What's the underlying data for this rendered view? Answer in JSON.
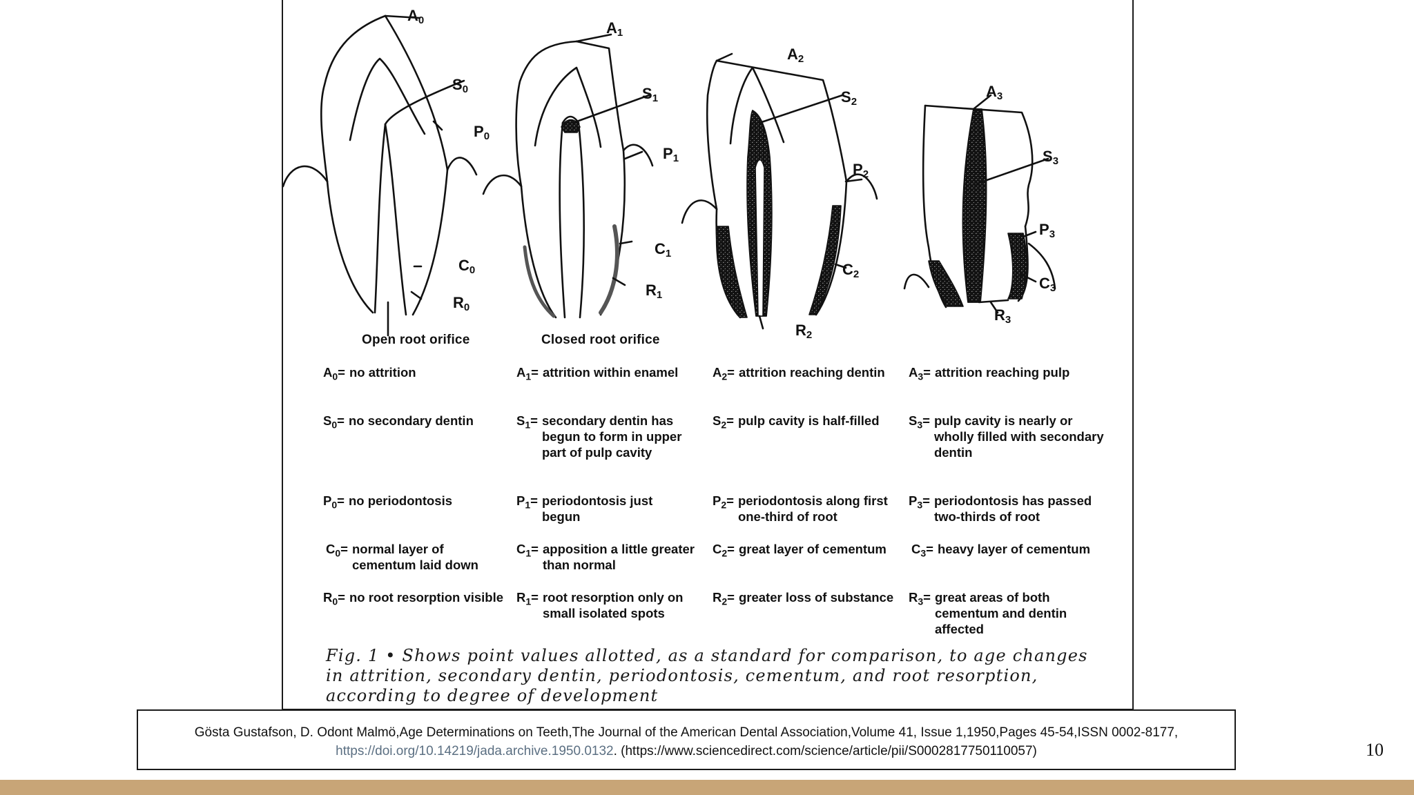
{
  "figure": {
    "tooth_labels": [
      [
        "A",
        "0"
      ],
      [
        "S",
        "0"
      ],
      [
        "P",
        "0"
      ],
      [
        "C",
        "0"
      ],
      [
        "R",
        "0"
      ],
      [
        "A",
        "1"
      ],
      [
        "S",
        "1"
      ],
      [
        "P",
        "1"
      ],
      [
        "C",
        "1"
      ],
      [
        "R",
        "1"
      ],
      [
        "A",
        "2"
      ],
      [
        "S",
        "2"
      ],
      [
        "P",
        "2"
      ],
      [
        "C",
        "2"
      ],
      [
        "R",
        "2"
      ],
      [
        "A",
        "3"
      ],
      [
        "S",
        "3"
      ],
      [
        "P",
        "3"
      ],
      [
        "C",
        "3"
      ],
      [
        "R",
        "3"
      ]
    ],
    "root_captions": [
      "Open root orifice",
      "Closed root orifice"
    ],
    "legend": [
      [
        {
          "sym": "A",
          "sub": "0",
          "text": "no attrition"
        },
        {
          "sym": "A",
          "sub": "1",
          "text": "attrition within enamel"
        },
        {
          "sym": "A",
          "sub": "2",
          "text": "attrition reaching dentin"
        },
        {
          "sym": "A",
          "sub": "3",
          "text": "attrition reaching pulp"
        }
      ],
      [
        {
          "sym": "S",
          "sub": "0",
          "text": "no secondary dentin"
        },
        {
          "sym": "S",
          "sub": "1",
          "text": "secondary dentin has begun to form in upper part of pulp cavity"
        },
        {
          "sym": "S",
          "sub": "2",
          "text": "pulp cavity is half-filled"
        },
        {
          "sym": "S",
          "sub": "3",
          "text": "pulp cavity is nearly or wholly filled with secondary dentin"
        }
      ],
      [
        {
          "sym": "P",
          "sub": "0",
          "text": "no periodontosis"
        },
        {
          "sym": "P",
          "sub": "1",
          "text": "periodontosis just begun"
        },
        {
          "sym": "P",
          "sub": "2",
          "text": "periodontosis along first one-third of root"
        },
        {
          "sym": "P",
          "sub": "3",
          "text": "periodontosis has passed two-thirds of root"
        }
      ],
      [
        {
          "sym": "C",
          "sub": "0",
          "text": "normal layer of cementum laid down"
        },
        {
          "sym": "C",
          "sub": "1",
          "text": "apposition a little greater than normal"
        },
        {
          "sym": "C",
          "sub": "2",
          "text": "great layer of cementum"
        },
        {
          "sym": "C",
          "sub": "3",
          "text": "heavy layer of cementum"
        }
      ],
      [
        {
          "sym": "R",
          "sub": "0",
          "text": "no root resorption visible"
        },
        {
          "sym": "R",
          "sub": "1",
          "text": "root resorption only on small isolated spots"
        },
        {
          "sym": "R",
          "sub": "2",
          "text": "greater loss of substance"
        },
        {
          "sym": "R",
          "sub": "3",
          "text": "great areas of both cementum and dentin affected"
        }
      ]
    ],
    "caption": "Fig. 1 • Shows point values allotted, as a standard for comparison, to age changes in attrition, secondary dentin, periodontosis, cementum, and root resorption, according to degree of development"
  },
  "citation": {
    "text": "Gösta Gustafson, D. Odont Malmö,Age Determinations on Teeth,The Journal of the American Dental Association,Volume 41, Issue 1,1950,Pages 45-54,ISSN 0002-8177,",
    "doi": "https://doi.org/10.14219/jada.archive.1950.0132",
    "url": ". (https://www.sciencedirect.com/science/article/pii/S0002817750110057)"
  },
  "slide": {
    "page_number": "10",
    "band_color": "#c8a577"
  }
}
